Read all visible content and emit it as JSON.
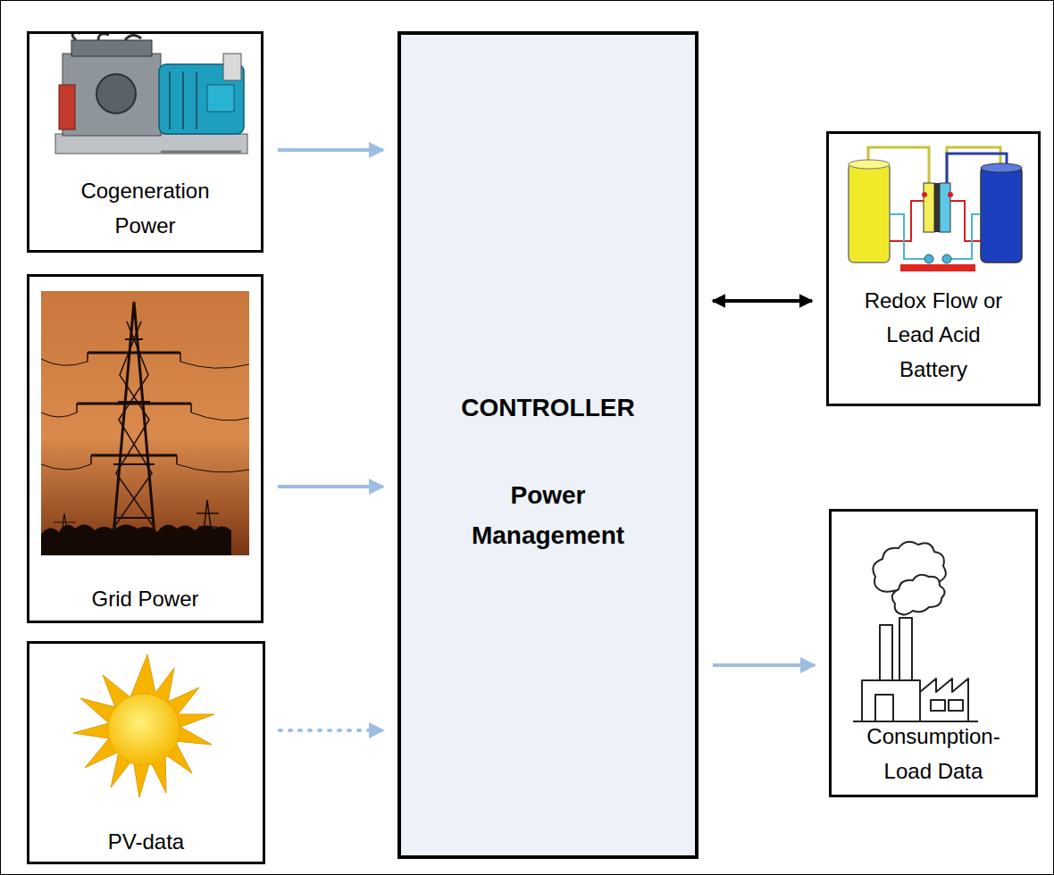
{
  "diagram": {
    "nodes": [
      {
        "text": [
          "Cogeneration Power"
        ]
      },
      {
        "text": [
          "Grid Power"
        ]
      },
      {
        "text": [
          "PV-data"
        ]
      },
      {
        "text": [
          "CONTROLLER",
          "Power Management"
        ]
      },
      {
        "text": [
          "Redox Flow or Lead Acid Battery"
        ]
      },
      {
        "text": [
          "Consumption- Load Data"
        ]
      }
    ],
    "edges": [
      {
        "from": 0,
        "to": 3,
        "arrow": "to"
      },
      {
        "from": 1,
        "to": 3,
        "arrow": "to"
      },
      {
        "from": 2,
        "to": 3,
        "arrow": "to"
      },
      {
        "from": 3,
        "to": 4,
        "arrow": "both"
      },
      {
        "from": 3,
        "to": 5,
        "arrow": "to"
      }
    ]
  }
}
